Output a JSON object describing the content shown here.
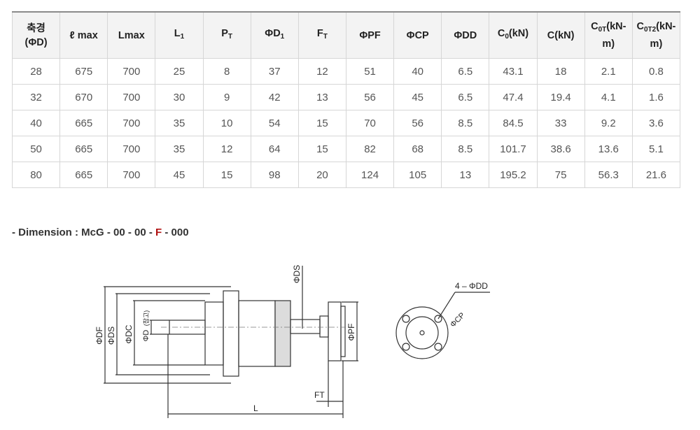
{
  "table": {
    "headers": [
      {
        "main": "축경",
        "sub": "",
        "line2": "(ΦD)"
      },
      {
        "main": "ℓ max",
        "sub": "",
        "line2": ""
      },
      {
        "main": "Lmax",
        "sub": "",
        "line2": ""
      },
      {
        "main": "L",
        "sub": "1",
        "line2": ""
      },
      {
        "main": "P",
        "sub": "T",
        "line2": ""
      },
      {
        "main": "ΦD",
        "sub": "1",
        "line2": ""
      },
      {
        "main": "F",
        "sub": "T",
        "line2": ""
      },
      {
        "main": "ΦPF",
        "sub": "",
        "line2": ""
      },
      {
        "main": "ΦCP",
        "sub": "",
        "line2": ""
      },
      {
        "main": "ΦDD",
        "sub": "",
        "line2": ""
      },
      {
        "main": "C",
        "sub": "0",
        "after": "(kN)",
        "line2": ""
      },
      {
        "main": "C(kN)",
        "sub": "",
        "line2": ""
      },
      {
        "main": "C",
        "sub": "0T",
        "after": "(kN-",
        "line2": "m)"
      },
      {
        "main": "C",
        "sub": "0T2",
        "after": "(kN-",
        "line2": "m)"
      }
    ],
    "rows": [
      [
        "28",
        "675",
        "700",
        "25",
        "8",
        "37",
        "12",
        "51",
        "40",
        "6.5",
        "43.1",
        "18",
        "2.1",
        "0.8"
      ],
      [
        "32",
        "670",
        "700",
        "30",
        "9",
        "42",
        "13",
        "56",
        "45",
        "6.5",
        "47.4",
        "19.4",
        "4.1",
        "1.6"
      ],
      [
        "40",
        "665",
        "700",
        "35",
        "10",
        "54",
        "15",
        "70",
        "56",
        "8.5",
        "84.5",
        "33",
        "9.2",
        "3.6"
      ],
      [
        "50",
        "665",
        "700",
        "35",
        "12",
        "64",
        "15",
        "82",
        "68",
        "8.5",
        "101.7",
        "38.6",
        "13.6",
        "5.1"
      ],
      [
        "80",
        "665",
        "700",
        "45",
        "15",
        "98",
        "20",
        "124",
        "105",
        "13",
        "195.2",
        "75",
        "56.3",
        "21.6"
      ]
    ]
  },
  "dimension": {
    "prefix": "- Dimension : McG - 00 - 00 - ",
    "highlight": "F",
    "suffix": " - 000",
    "highlight_color": "#b01010"
  },
  "drawing": {
    "label_df": "ΦDF",
    "label_ds_left": "ΦDS",
    "label_dc": "ΦDC",
    "label_d": "ΦD",
    "label_d_note": "(참고)",
    "label_ds_top": "ΦDS",
    "label_pf": "ΦPF",
    "label_ft": "FT",
    "label_l": "L",
    "label_dd": "4 – ΦDD",
    "label_cp": "ΦCP"
  }
}
